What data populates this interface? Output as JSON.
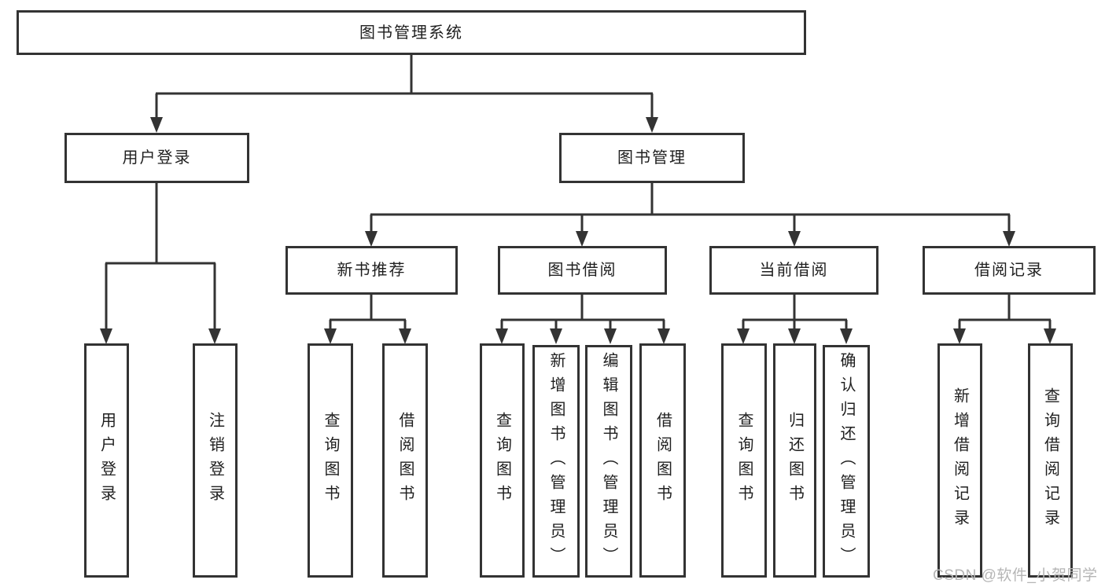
{
  "tree": {
    "root": {
      "label": "图书管理系统"
    },
    "branches": [
      {
        "label": "用户登录",
        "children": [
          {
            "label": "用户登录"
          },
          {
            "label": "注销登录"
          }
        ]
      },
      {
        "label": "图书管理",
        "children": [
          {
            "label": "新书推荐",
            "children": [
              {
                "label": "查询图书"
              },
              {
                "label": "借阅图书"
              }
            ]
          },
          {
            "label": "图书借阅",
            "children": [
              {
                "label": "查询图书"
              },
              {
                "label": "新增图书（管理员）"
              },
              {
                "label": "编辑图书（管理员）"
              },
              {
                "label": "借阅图书"
              }
            ]
          },
          {
            "label": "当前借阅",
            "children": [
              {
                "label": "查询图书"
              },
              {
                "label": "归还图书"
              },
              {
                "label": "确认归还（管理员）"
              }
            ]
          },
          {
            "label": "借阅记录",
            "children": [
              {
                "label": "新增借阅记录"
              },
              {
                "label": "查询借阅记录"
              }
            ]
          }
        ]
      }
    ]
  },
  "watermark": "CSDN @软件_小贺同学",
  "colors": {
    "line": "#333333",
    "box_border": "#333333",
    "box_fill": "#ffffff",
    "text": "#1f1f1f",
    "watermark": "#b5b5b5",
    "background": "#ffffff"
  }
}
